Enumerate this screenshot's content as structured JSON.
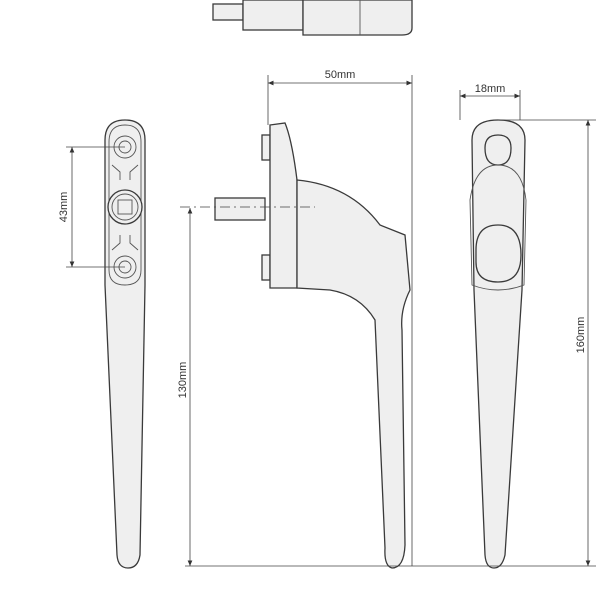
{
  "dimensions": {
    "width_projection": "50mm",
    "thickness": "18mm",
    "fixing_centres": "43mm",
    "spindle_to_tip": "130mm",
    "overall_length": "160mm"
  },
  "colors": {
    "fill": "#efefef",
    "line": "#3a3a3a"
  }
}
